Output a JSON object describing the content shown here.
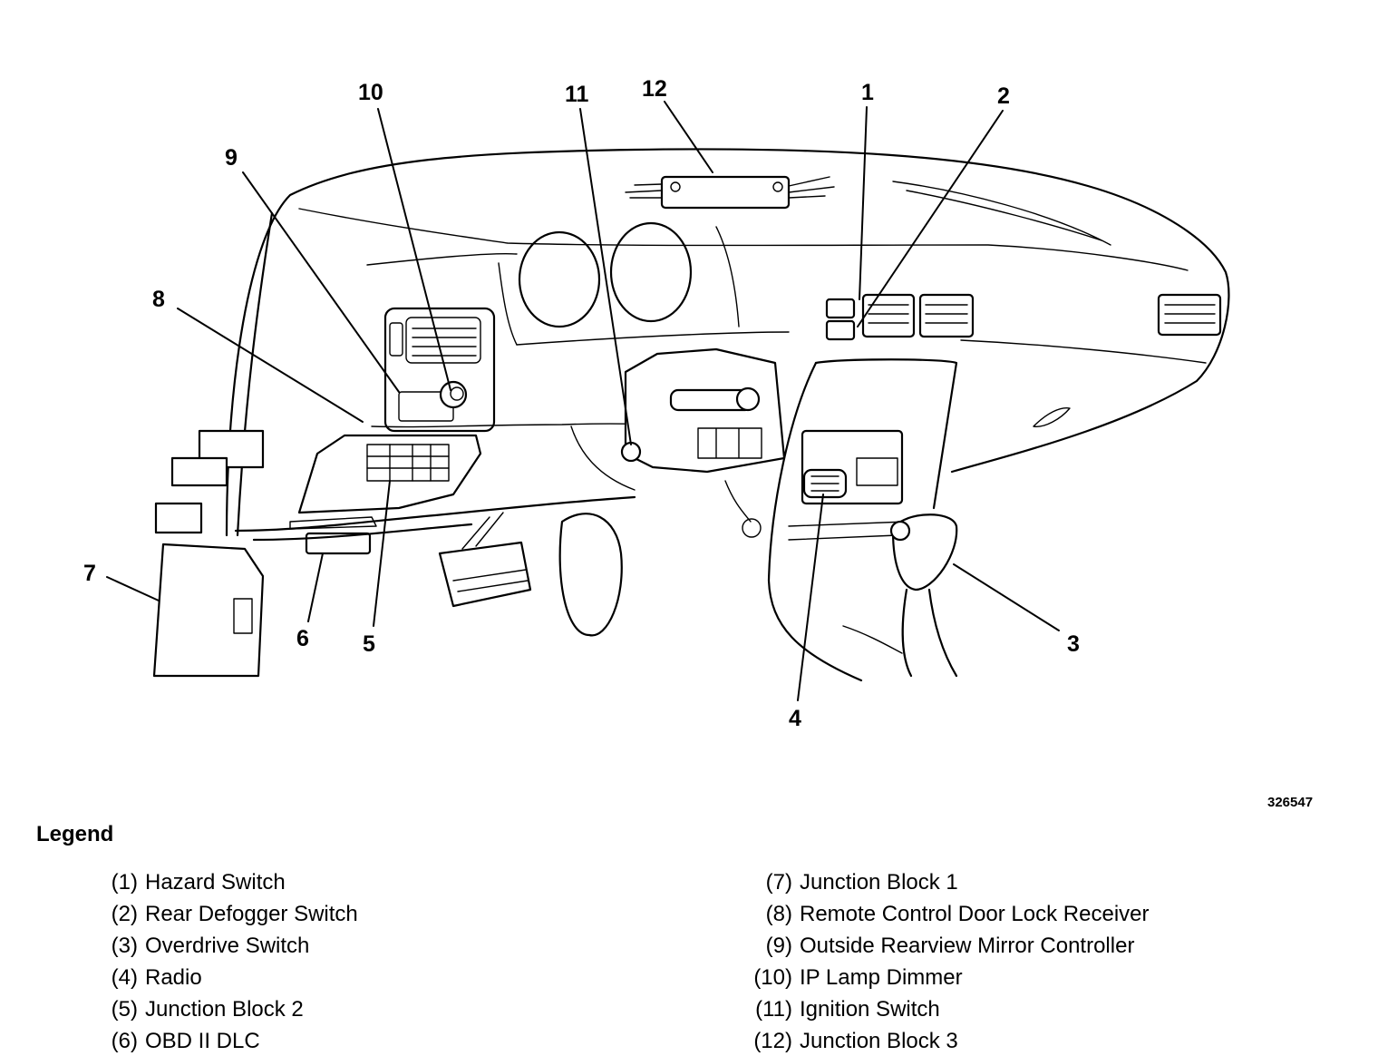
{
  "figure_number": "326547",
  "legend_title": "Legend",
  "callouts": [
    "1",
    "2",
    "3",
    "4",
    "5",
    "6",
    "7",
    "8",
    "9",
    "10",
    "11",
    "12"
  ],
  "legend": [
    {
      "num": "(1)",
      "text": "Hazard Switch"
    },
    {
      "num": "(2)",
      "text": "Rear Defogger Switch"
    },
    {
      "num": "(3)",
      "text": "Overdrive Switch"
    },
    {
      "num": "(4)",
      "text": "Radio"
    },
    {
      "num": "(5)",
      "text": "Junction Block 2"
    },
    {
      "num": "(6)",
      "text": "OBD II DLC"
    },
    {
      "num": "(7)",
      "text": "Junction Block 1"
    },
    {
      "num": "(8)",
      "text": "Remote Control Door Lock Receiver"
    },
    {
      "num": "(9)",
      "text": "Outside Rearview Mirror Controller"
    },
    {
      "num": "(10)",
      "text": "IP Lamp Dimmer"
    },
    {
      "num": "(11)",
      "text": "Ignition Switch"
    },
    {
      "num": "(12)",
      "text": "Junction Block 3"
    }
  ]
}
